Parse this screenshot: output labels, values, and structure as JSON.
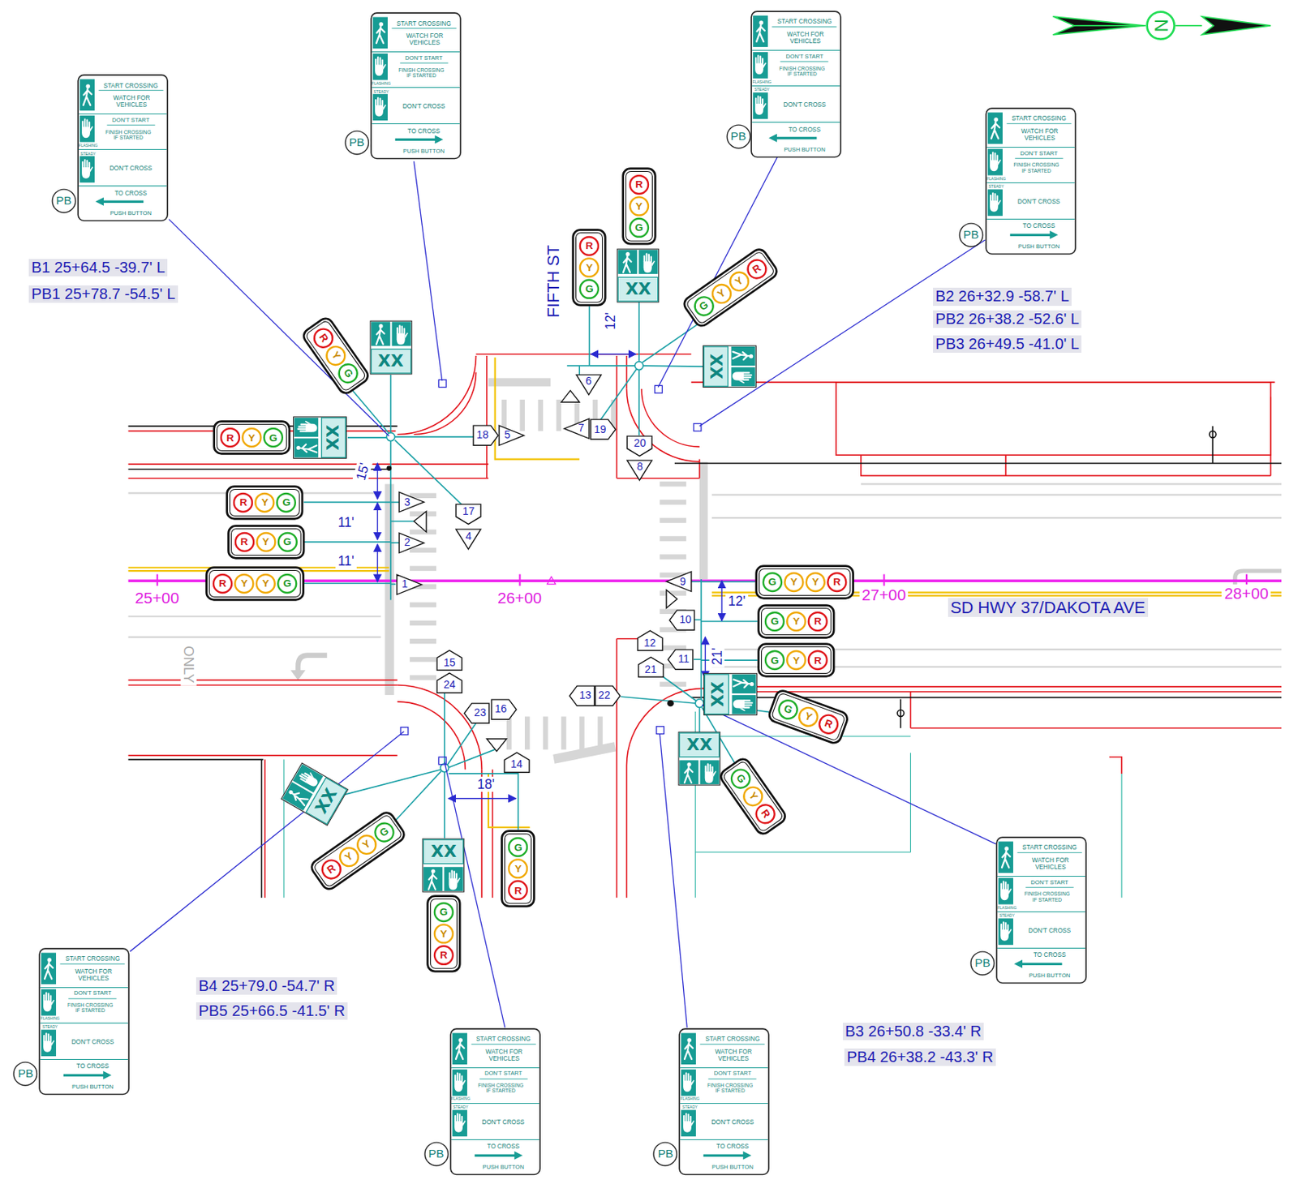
{
  "diagram": {
    "nodes": [
      {
        "text": [
          "N"
        ]
      },
      {
        "text": [
          "START CROSSING",
          "WATCH FOR VEHICLES",
          "DON'T START",
          "FINISH CROSSING IF STARTED",
          "FLASHING",
          "STEADY",
          "DON'T CROSS",
          "TO CROSS",
          "PUSH BUTTON"
        ]
      },
      {
        "text": [
          "PB"
        ]
      },
      {
        "text": [
          "START CROSSING",
          "WATCH FOR VEHICLES",
          "DON'T START",
          "FINISH CROSSING IF STARTED",
          "FLASHING",
          "STEADY",
          "DON'T CROSS",
          "TO CROSS",
          "PUSH BUTTON"
        ]
      },
      {
        "text": [
          "PB"
        ]
      },
      {
        "text": [
          "START CROSSING",
          "WATCH FOR VEHICLES",
          "DON'T START",
          "FINISH CROSSING IF STARTED",
          "FLASHING",
          "STEADY",
          "DON'T CROSS",
          "TO CROSS",
          "PUSH BUTTON"
        ]
      },
      {
        "text": [
          "PB"
        ]
      },
      {
        "text": [
          "START CROSSING",
          "WATCH FOR VEHICLES",
          "DON'T START",
          "FINISH CROSSING IF STARTED",
          "FLASHING",
          "STEADY",
          "DON'T CROSS",
          "TO CROSS",
          "PUSH BUTTON"
        ]
      },
      {
        "text": [
          "PB"
        ]
      },
      {
        "text": [
          "R",
          "Y",
          "G"
        ]
      },
      {
        "text": [
          "R",
          "Y",
          "G"
        ]
      },
      {
        "text": [
          "XX"
        ]
      },
      {
        "text": [
          "R",
          "Y",
          "G"
        ]
      },
      {
        "text": [
          "XX"
        ]
      },
      {
        "text": [
          "XX"
        ]
      },
      {
        "text": [
          "G",
          "Y",
          "Y",
          "R"
        ]
      },
      {
        "text": [
          "6"
        ]
      },
      {
        "text": [
          "R",
          "Y",
          "G"
        ]
      },
      {
        "text": [
          "XX"
        ]
      },
      {
        "text": [
          "18"
        ]
      },
      {
        "text": [
          "5"
        ]
      },
      {
        "text": [
          "7"
        ]
      },
      {
        "text": [
          "19"
        ]
      },
      {
        "text": [
          "20"
        ]
      },
      {
        "text": [
          "8"
        ]
      },
      {
        "text": [
          "R",
          "Y",
          "G"
        ]
      },
      {
        "text": [
          "3"
        ]
      },
      {
        "text": [
          "17"
        ]
      },
      {
        "text": [
          "4"
        ]
      },
      {
        "text": [
          "R",
          "Y",
          "G"
        ]
      },
      {
        "text": [
          "2"
        ]
      },
      {
        "text": [
          "R",
          "Y",
          "Y",
          "G"
        ]
      },
      {
        "text": [
          "1"
        ]
      },
      {
        "text": [
          "9"
        ]
      },
      {
        "text": [
          "G",
          "Y",
          "Y",
          "R"
        ]
      },
      {
        "text": [
          "10"
        ]
      },
      {
        "text": [
          "G",
          "Y",
          "R"
        ]
      },
      {
        "text": [
          "12"
        ]
      },
      {
        "text": [
          "11"
        ]
      },
      {
        "text": [
          "G",
          "Y",
          "R"
        ]
      },
      {
        "text": [
          "15"
        ]
      },
      {
        "text": [
          "21"
        ]
      },
      {
        "text": [
          "24"
        ]
      },
      {
        "text": [
          "XX"
        ]
      },
      {
        "text": [
          "13"
        ]
      },
      {
        "text": [
          "22"
        ]
      },
      {
        "text": [
          "16"
        ]
      },
      {
        "text": [
          "23"
        ]
      },
      {
        "text": [
          "G",
          "Y",
          "R"
        ]
      },
      {
        "text": [
          "XX"
        ]
      },
      {
        "text": [
          "14"
        ]
      },
      {
        "text": [
          "G",
          "Y",
          "R"
        ]
      },
      {
        "text": [
          "XX"
        ]
      },
      {
        "text": [
          "R",
          "Y",
          "Y",
          "G"
        ]
      },
      {
        "text": [
          "XX"
        ]
      },
      {
        "text": [
          "G",
          "Y",
          "R"
        ]
      },
      {
        "text": [
          "G",
          "Y",
          "R"
        ]
      },
      {
        "text": [
          "START CROSSING",
          "WATCH FOR VEHICLES",
          "DON'T START",
          "FINISH CROSSING IF STARTED",
          "FLASHING",
          "STEADY",
          "DON'T CROSS",
          "TO CROSS",
          "PUSH BUTTON"
        ]
      },
      {
        "text": [
          "PB"
        ]
      },
      {
        "text": [
          "START CROSSING",
          "WATCH FOR VEHICLES",
          "DON'T START",
          "FINISH CROSSING IF STARTED",
          "FLASHING",
          "STEADY",
          "DON'T CROSS",
          "TO CROSS",
          "PUSH BUTTON"
        ]
      },
      {
        "text": [
          "PB"
        ]
      },
      {
        "text": [
          "START CROSSING",
          "WATCH FOR VEHICLES",
          "DON'T START",
          "FINISH CROSSING IF STARTED",
          "FLASHING",
          "STEADY",
          "DON'T CROSS",
          "TO CROSS",
          "PUSH BUTTON"
        ]
      },
      {
        "text": [
          "PB"
        ]
      },
      {
        "text": [
          "START CROSSING",
          "WATCH FOR VEHICLES",
          "DON'T START",
          "FINISH CROSSING IF STARTED",
          "FLASHING",
          "STEADY",
          "DON'T CROSS",
          "TO CROSS",
          "PUSH BUTTON"
        ]
      },
      {
        "text": [
          "PB"
        ]
      }
    ],
    "labels": [
      "B1 25+64.5 -39.7' L",
      "PB1 25+78.7 -54.5' L",
      "B2 26+32.9 -58.7' L",
      "PB2 26+38.2 -52.6' L",
      "PB3 26+49.5 -41.0' L",
      "B4 25+79.0 -54.7' R",
      "PB5 25+66.5 -41.5' R",
      "B3 26+50.8 -33.4' R",
      "PB4 26+38.2 -43.3' R",
      "FIFTH ST",
      "SD HWY 37/DAKOTA AVE",
      "25+00",
      "26+00",
      "27+00",
      "28+00",
      "12'",
      "15'",
      "11'",
      "11'",
      "12'",
      "21'",
      "18'",
      "ONLY"
    ]
  }
}
